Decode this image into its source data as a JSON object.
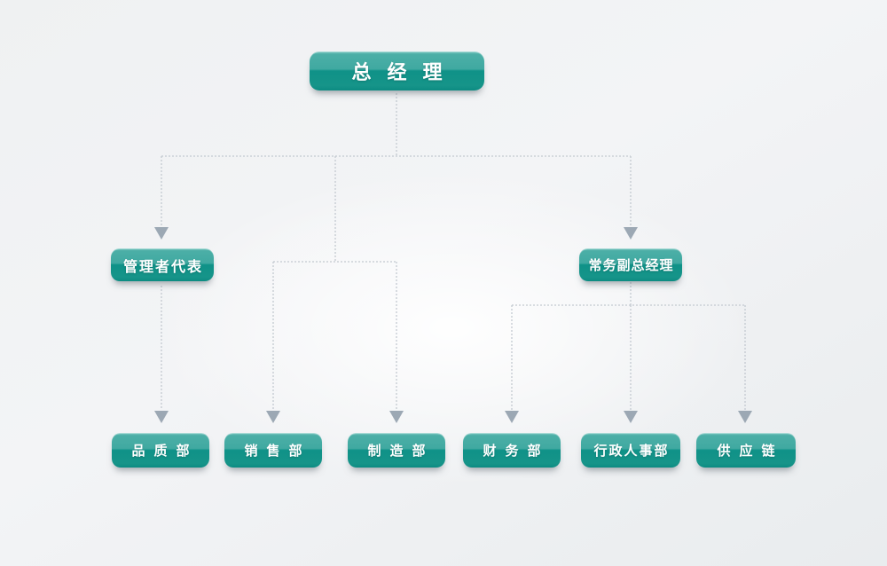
{
  "diagram": {
    "type": "org-chart",
    "title": "",
    "nodes": {
      "root": {
        "label": "总经理",
        "role": "top"
      },
      "management_rep": {
        "label": "管理者代表",
        "parent": "总经理"
      },
      "deputy_gm": {
        "label": "常务副总经理",
        "parent": "总经理"
      },
      "quality": {
        "label": "品质部",
        "parent": "管理者代表"
      },
      "sales": {
        "label": "销售部",
        "parent": "总经理"
      },
      "manufacturing": {
        "label": "制造部",
        "parent": "总经理"
      },
      "finance": {
        "label": "财务部",
        "parent": "常务副总经理"
      },
      "admin_hr": {
        "label": "行政人事部",
        "parent": "常务副总经理"
      },
      "supply_chain": {
        "label": "供应链",
        "parent": "常务副总经理"
      }
    },
    "colors": {
      "node_gradient_top": "#4cafa7",
      "node_gradient_bottom": "#0f9288",
      "node_text": "#ffffff",
      "connector": "#c3c9d0",
      "arrowhead": "#9ca8b4",
      "background": "#f0f2f4"
    }
  }
}
